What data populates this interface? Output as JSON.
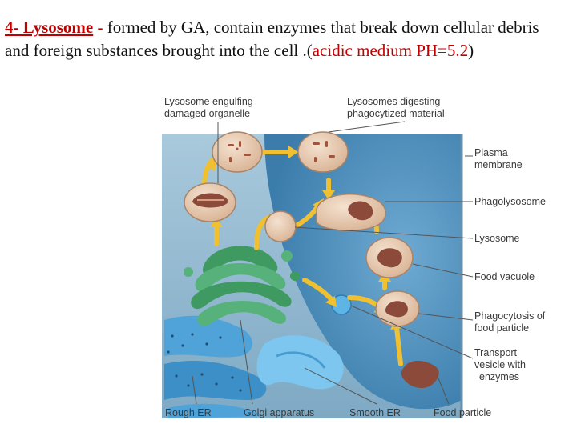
{
  "text": {
    "heading": "4- Lysosome",
    "dash": " - ",
    "body": "formed by GA, contain enzymes that break down cellular debris and foreign substances brought into the cell .(",
    "acidic": "acidic medium  PH=5.2",
    "close": ")"
  },
  "labels": {
    "engulfing_1": "Lysosome engulfing",
    "engulfing_2": "damaged organelle",
    "digesting_1": "Lysosomes digesting",
    "digesting_2": "phagocytized material",
    "plasma_1": "Plasma",
    "plasma_2": "membrane",
    "phagolysosome": "Phagolysosome",
    "lysosome": "Lysosome",
    "food_vacuole": "Food vacuole",
    "phago_1": "Phagocytosis of",
    "phago_2": "food particle",
    "transport_1": "Transport",
    "transport_2": "vesicle with",
    "transport_3": "enzymes",
    "rough_er": "Rough ER",
    "golgi": "Golgi apparatus",
    "smooth_er": "Smooth ER",
    "food_particle": "Food particle"
  },
  "colors": {
    "red_text": "#c00000",
    "cytoplasm": "#8fb6cf",
    "nucleus": "#3f86b8",
    "golgi": "#3f9a62",
    "vesicle": "#e8cdb5",
    "food": "#8b4a3a",
    "arrow": "#f0c030"
  }
}
